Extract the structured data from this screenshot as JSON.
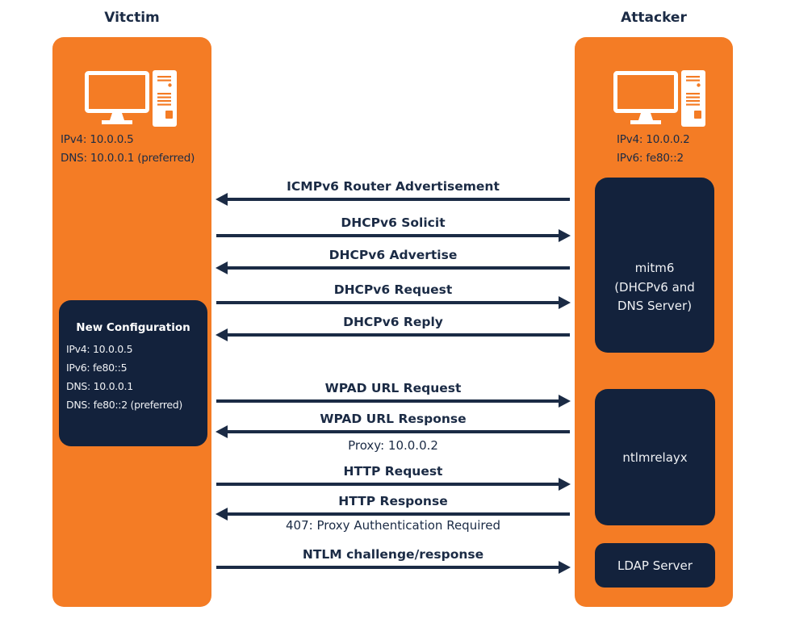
{
  "colors": {
    "orange": "#F47C25",
    "box_navy": "#13223C",
    "text_navy": "#1B2B45",
    "box_text": "#EFF1F4",
    "background": "#FFFFFF"
  },
  "victim": {
    "title": "Vitctim",
    "icon": "desktop-computer-icon",
    "info_lines": [
      "IPv4: 10.0.0.5",
      "DNS: 10.0.0.1 (preferred)"
    ],
    "config_box": {
      "title": "New Configuration",
      "lines": [
        "IPv4: 10.0.0.5",
        "IPv6: fe80::5",
        "DNS: 10.0.0.1",
        "DNS: fe80::2 (preferred)"
      ]
    }
  },
  "attacker": {
    "title": "Attacker",
    "icon": "desktop-computer-icon",
    "info_lines": [
      "IPv4: 10.0.0.2",
      "IPv6: fe80::2"
    ],
    "mitm6_box": {
      "lines": [
        "mitm6",
        "(DHCPv6 and",
        "DNS Server)"
      ]
    },
    "ntlmrelayx_box": {
      "label": "ntlmrelayx"
    },
    "ldap_box": {
      "label": "LDAP Server"
    }
  },
  "messages": [
    {
      "label": "ICMPv6 Router Advertisement",
      "direction": "left",
      "sublabel": ""
    },
    {
      "label": "DHCPv6 Solicit",
      "direction": "right",
      "sublabel": ""
    },
    {
      "label": "DHCPv6 Advertise",
      "direction": "left",
      "sublabel": ""
    },
    {
      "label": "DHCPv6 Request",
      "direction": "right",
      "sublabel": ""
    },
    {
      "label": "DHCPv6 Reply",
      "direction": "left",
      "sublabel": ""
    },
    {
      "label": "WPAD URL Request",
      "direction": "right",
      "sublabel": ""
    },
    {
      "label": "WPAD URL Response",
      "direction": "left",
      "sublabel": "Proxy: 10.0.0.2"
    },
    {
      "label": "HTTP Request",
      "direction": "right",
      "sublabel": ""
    },
    {
      "label": "HTTP Response",
      "direction": "left",
      "sublabel": "407: Proxy Authentication Required"
    },
    {
      "label": "NTLM challenge/response",
      "direction": "right",
      "sublabel": ""
    }
  ]
}
